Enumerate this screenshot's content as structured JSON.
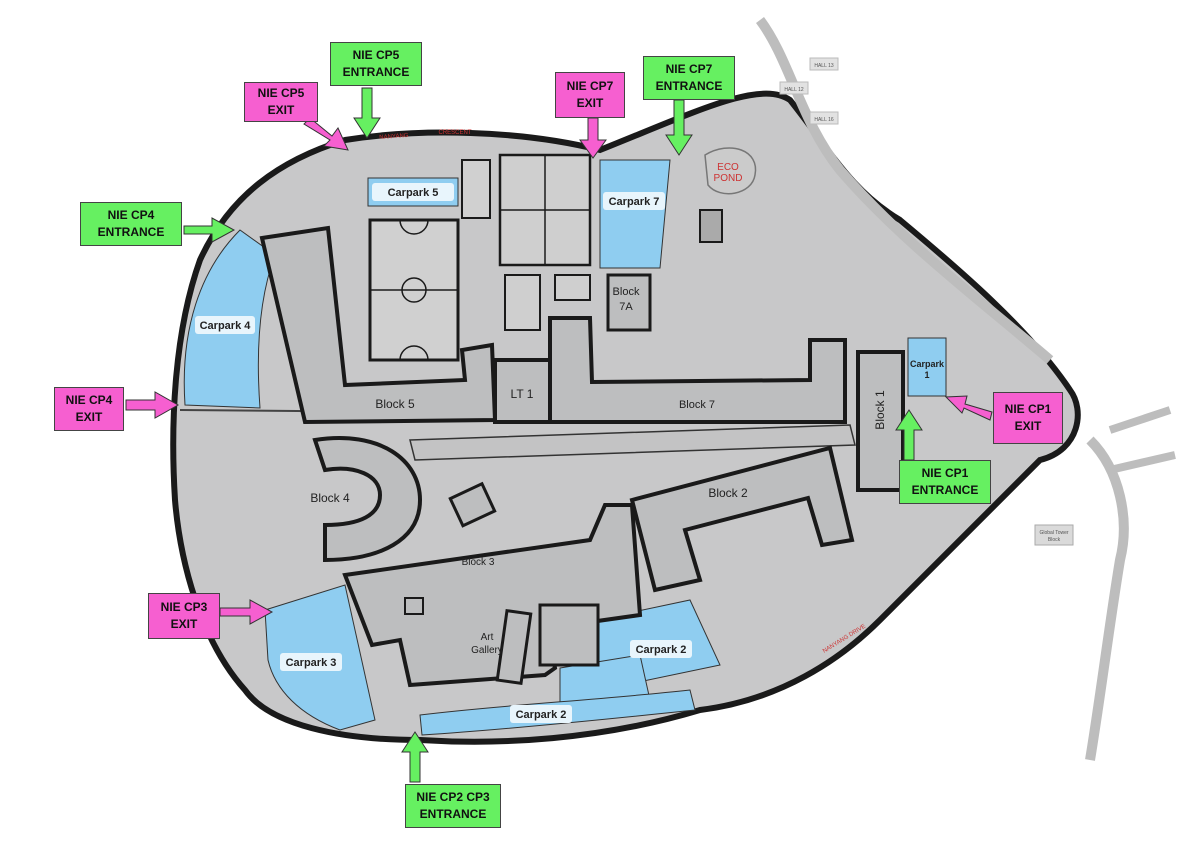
{
  "colors": {
    "campus": "#c8c8c9",
    "building": "#bdbebf",
    "outline": "#1a1a1a",
    "carpark": "#8fcdf0",
    "exit_label": "#f65fd0",
    "entrance_label": "#66f061",
    "road_text": "#cc3333"
  },
  "buildings": {
    "block5": "Block 5",
    "lt1": "LT 1",
    "block7": "Block 7",
    "block7a_line1": "Block",
    "block7a_line2": "7A",
    "block1": "Block 1",
    "block4": "Block 4",
    "block2": "Block 2",
    "block3": "Block 3",
    "art_gallery_line1": "Art",
    "art_gallery_line2": "Gallery",
    "eco_pond_line1": "ECO",
    "eco_pond_line2": "POND"
  },
  "carparks": {
    "cp1_line1": "Carpark",
    "cp1_line2": "1",
    "cp2_main": "Carpark 2",
    "cp2_lower": "Carpark 2",
    "cp3": "Carpark 3",
    "cp4": "Carpark 4",
    "cp5": "Carpark 5",
    "cp7": "Carpark 7"
  },
  "roads": {
    "nanyang": "NANYANG",
    "crescent": "CRESCENT",
    "nanyang_drive": "NANYANG DRIVE"
  },
  "external": {
    "hall13": "HALL 13",
    "hall12": "HALL 12",
    "hall16": "HALL 16",
    "global_tower_line1": "Global Tower",
    "global_tower_line2": "Block"
  },
  "callouts": {
    "cp5_exit": "NIE CP5\nEXIT",
    "cp5_entrance": "NIE CP5\nENTRANCE",
    "cp7_exit": "NIE CP7\nEXIT",
    "cp7_entrance": "NIE CP7\nENTRANCE",
    "cp4_entrance": "NIE CP4\nENTRANCE",
    "cp4_exit": "NIE CP4\nEXIT",
    "cp1_exit": "NIE CP1\nEXIT",
    "cp1_entrance": "NIE CP1\nENTRANCE",
    "cp3_exit": "NIE CP3\nEXIT",
    "cp2_cp3_entrance": "NIE CP2 CP3\nENTRANCE"
  }
}
